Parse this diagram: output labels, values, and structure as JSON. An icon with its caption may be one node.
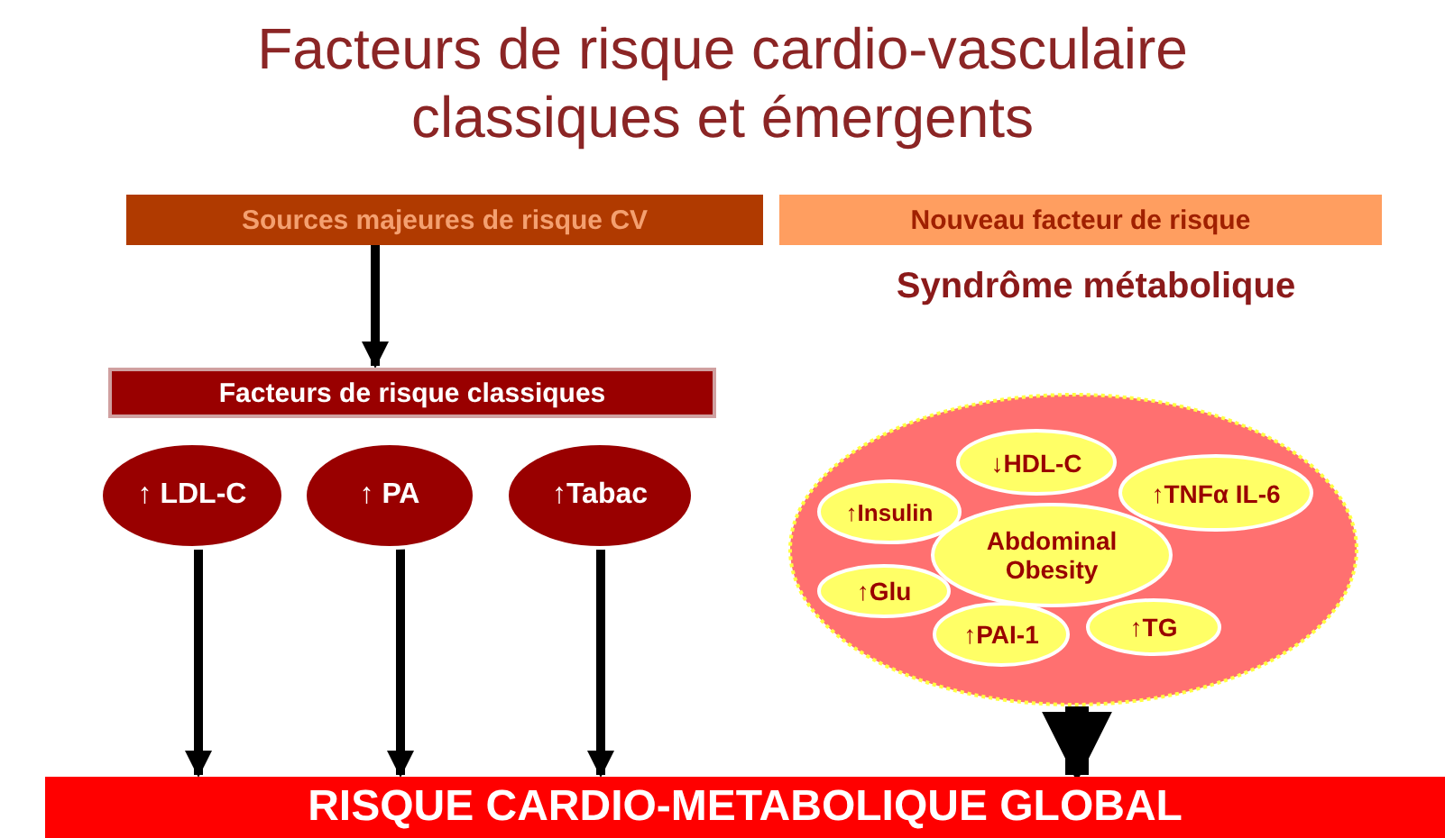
{
  "diagram": {
    "title": "Facteurs de risque cardio-vasculaire classiques et émergents",
    "nodes": [
      {
        "text": [
          "Sources majeures de risque CV"
        ]
      },
      {
        "text": [
          "Nouveau facteur de risque"
        ]
      },
      {
        "text": [
          "Facteurs de risque classiques"
        ]
      },
      {
        "text": [
          "↑ LDL-C"
        ]
      },
      {
        "text": [
          "↑ PA"
        ]
      },
      {
        "text": [
          "↑Tabac"
        ]
      },
      {
        "text": [],
        "shape": "circle"
      },
      {
        "text": [
          "↓HDL-C"
        ],
        "in": 6
      },
      {
        "text": [
          "↑TNFα IL-6"
        ],
        "in": 6
      },
      {
        "text": [
          "↑Insulin"
        ],
        "in": 6
      },
      {
        "text": [
          "Abdominal Obesity"
        ],
        "in": 6
      },
      {
        "text": [
          "↑Glu"
        ],
        "in": 6
      },
      {
        "text": [
          "↑PAI-1"
        ],
        "in": 6
      },
      {
        "text": [
          "↑TG"
        ],
        "in": 6
      },
      {
        "text": [
          "RISQUE CARDIO-METABOLIQUE GLOBAL"
        ]
      }
    ],
    "edges": [
      {
        "from": 0,
        "to": 2,
        "arrow": "to"
      },
      {
        "from": 3,
        "to": 14,
        "arrow": "to"
      },
      {
        "from": 4,
        "to": 14,
        "arrow": "to"
      },
      {
        "from": 5,
        "to": 14,
        "arrow": "to"
      },
      {
        "from": 6,
        "to": 14,
        "arrow": "to",
        "style": "thick"
      }
    ],
    "labels": [
      "Syndrôme métabolique"
    ]
  }
}
